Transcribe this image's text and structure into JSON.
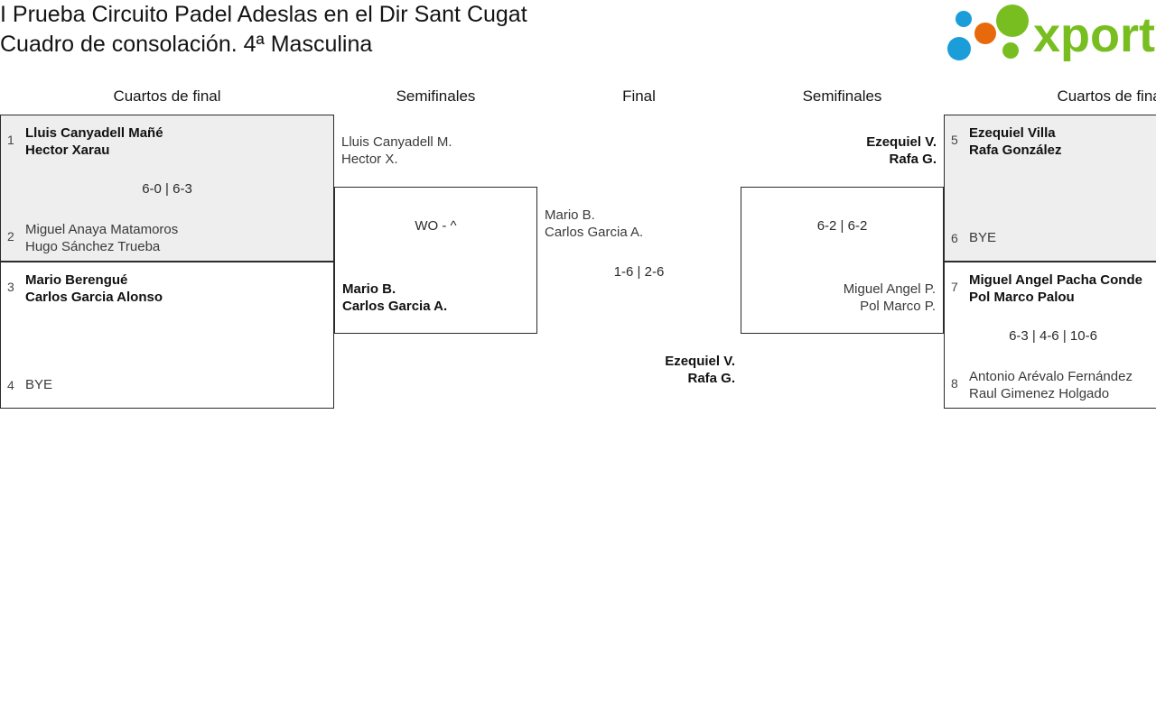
{
  "header": {
    "title_line1": "I Prueba Circuito Padel Adeslas en el Dir Sant Cugat",
    "title_line2": "Cuadro de consolación. 4ª Masculina",
    "logo_text": "xporty",
    "logo_colors": {
      "green": "#78be20",
      "blue": "#1b9dd9",
      "orange": "#e8690b"
    }
  },
  "rounds": [
    {
      "id": "qf-left",
      "label": "Cuartos de final"
    },
    {
      "id": "sf-left",
      "label": "Semifinales"
    },
    {
      "id": "final",
      "label": "Final"
    },
    {
      "id": "sf-right",
      "label": "Semifinales"
    },
    {
      "id": "qf-right",
      "label": "Cuartos de final"
    }
  ],
  "bracket": {
    "qf_left": [
      {
        "seed_top": "1",
        "top_line1": "Lluis Canyadell Mañé",
        "top_line2": "Hector Xarau",
        "score": "6-0 | 6-3",
        "seed_bottom": "2",
        "bottom_line1": "Miguel Anaya Matamoros",
        "bottom_line2": "Hugo Sánchez Trueba"
      },
      {
        "seed_top": "3",
        "top_line1": "Mario Berengué",
        "top_line2": "Carlos Garcia Alonso",
        "score": "",
        "seed_bottom": "4",
        "bottom_line1": "BYE",
        "bottom_line2": ""
      }
    ],
    "sf_left": {
      "top_line1": "Lluis Canyadell M.",
      "top_line2": "Hector X.",
      "score": "WO - ^",
      "bottom_line1": "Mario B.",
      "bottom_line2": "Carlos Garcia A."
    },
    "final": {
      "top_line1": "Mario B.",
      "top_line2": "Carlos Garcia A.",
      "score": "1-6 | 2-6",
      "bottom_line1": "Ezequiel V.",
      "bottom_line2": "Rafa G."
    },
    "sf_right": {
      "top_line1": "Ezequiel V.",
      "top_line2": "Rafa G.",
      "score": "6-2 | 6-2",
      "bottom_line1": "Miguel Angel P.",
      "bottom_line2": "Pol Marco P."
    },
    "qf_right": [
      {
        "seed_top": "5",
        "top_line1": "Ezequiel Villa",
        "top_line2": "Rafa González",
        "score": "",
        "seed_bottom": "6",
        "bottom_line1": "BYE",
        "bottom_line2": ""
      },
      {
        "seed_top": "7",
        "top_line1": "Miguel Angel Pacha Conde",
        "top_line2": "Pol Marco Palou",
        "score": "6-3 | 4-6 | 10-6",
        "seed_bottom": "8",
        "bottom_line1": "Antonio Arévalo Fernández",
        "bottom_line2": "Raul Gimenez Holgado"
      }
    ]
  }
}
